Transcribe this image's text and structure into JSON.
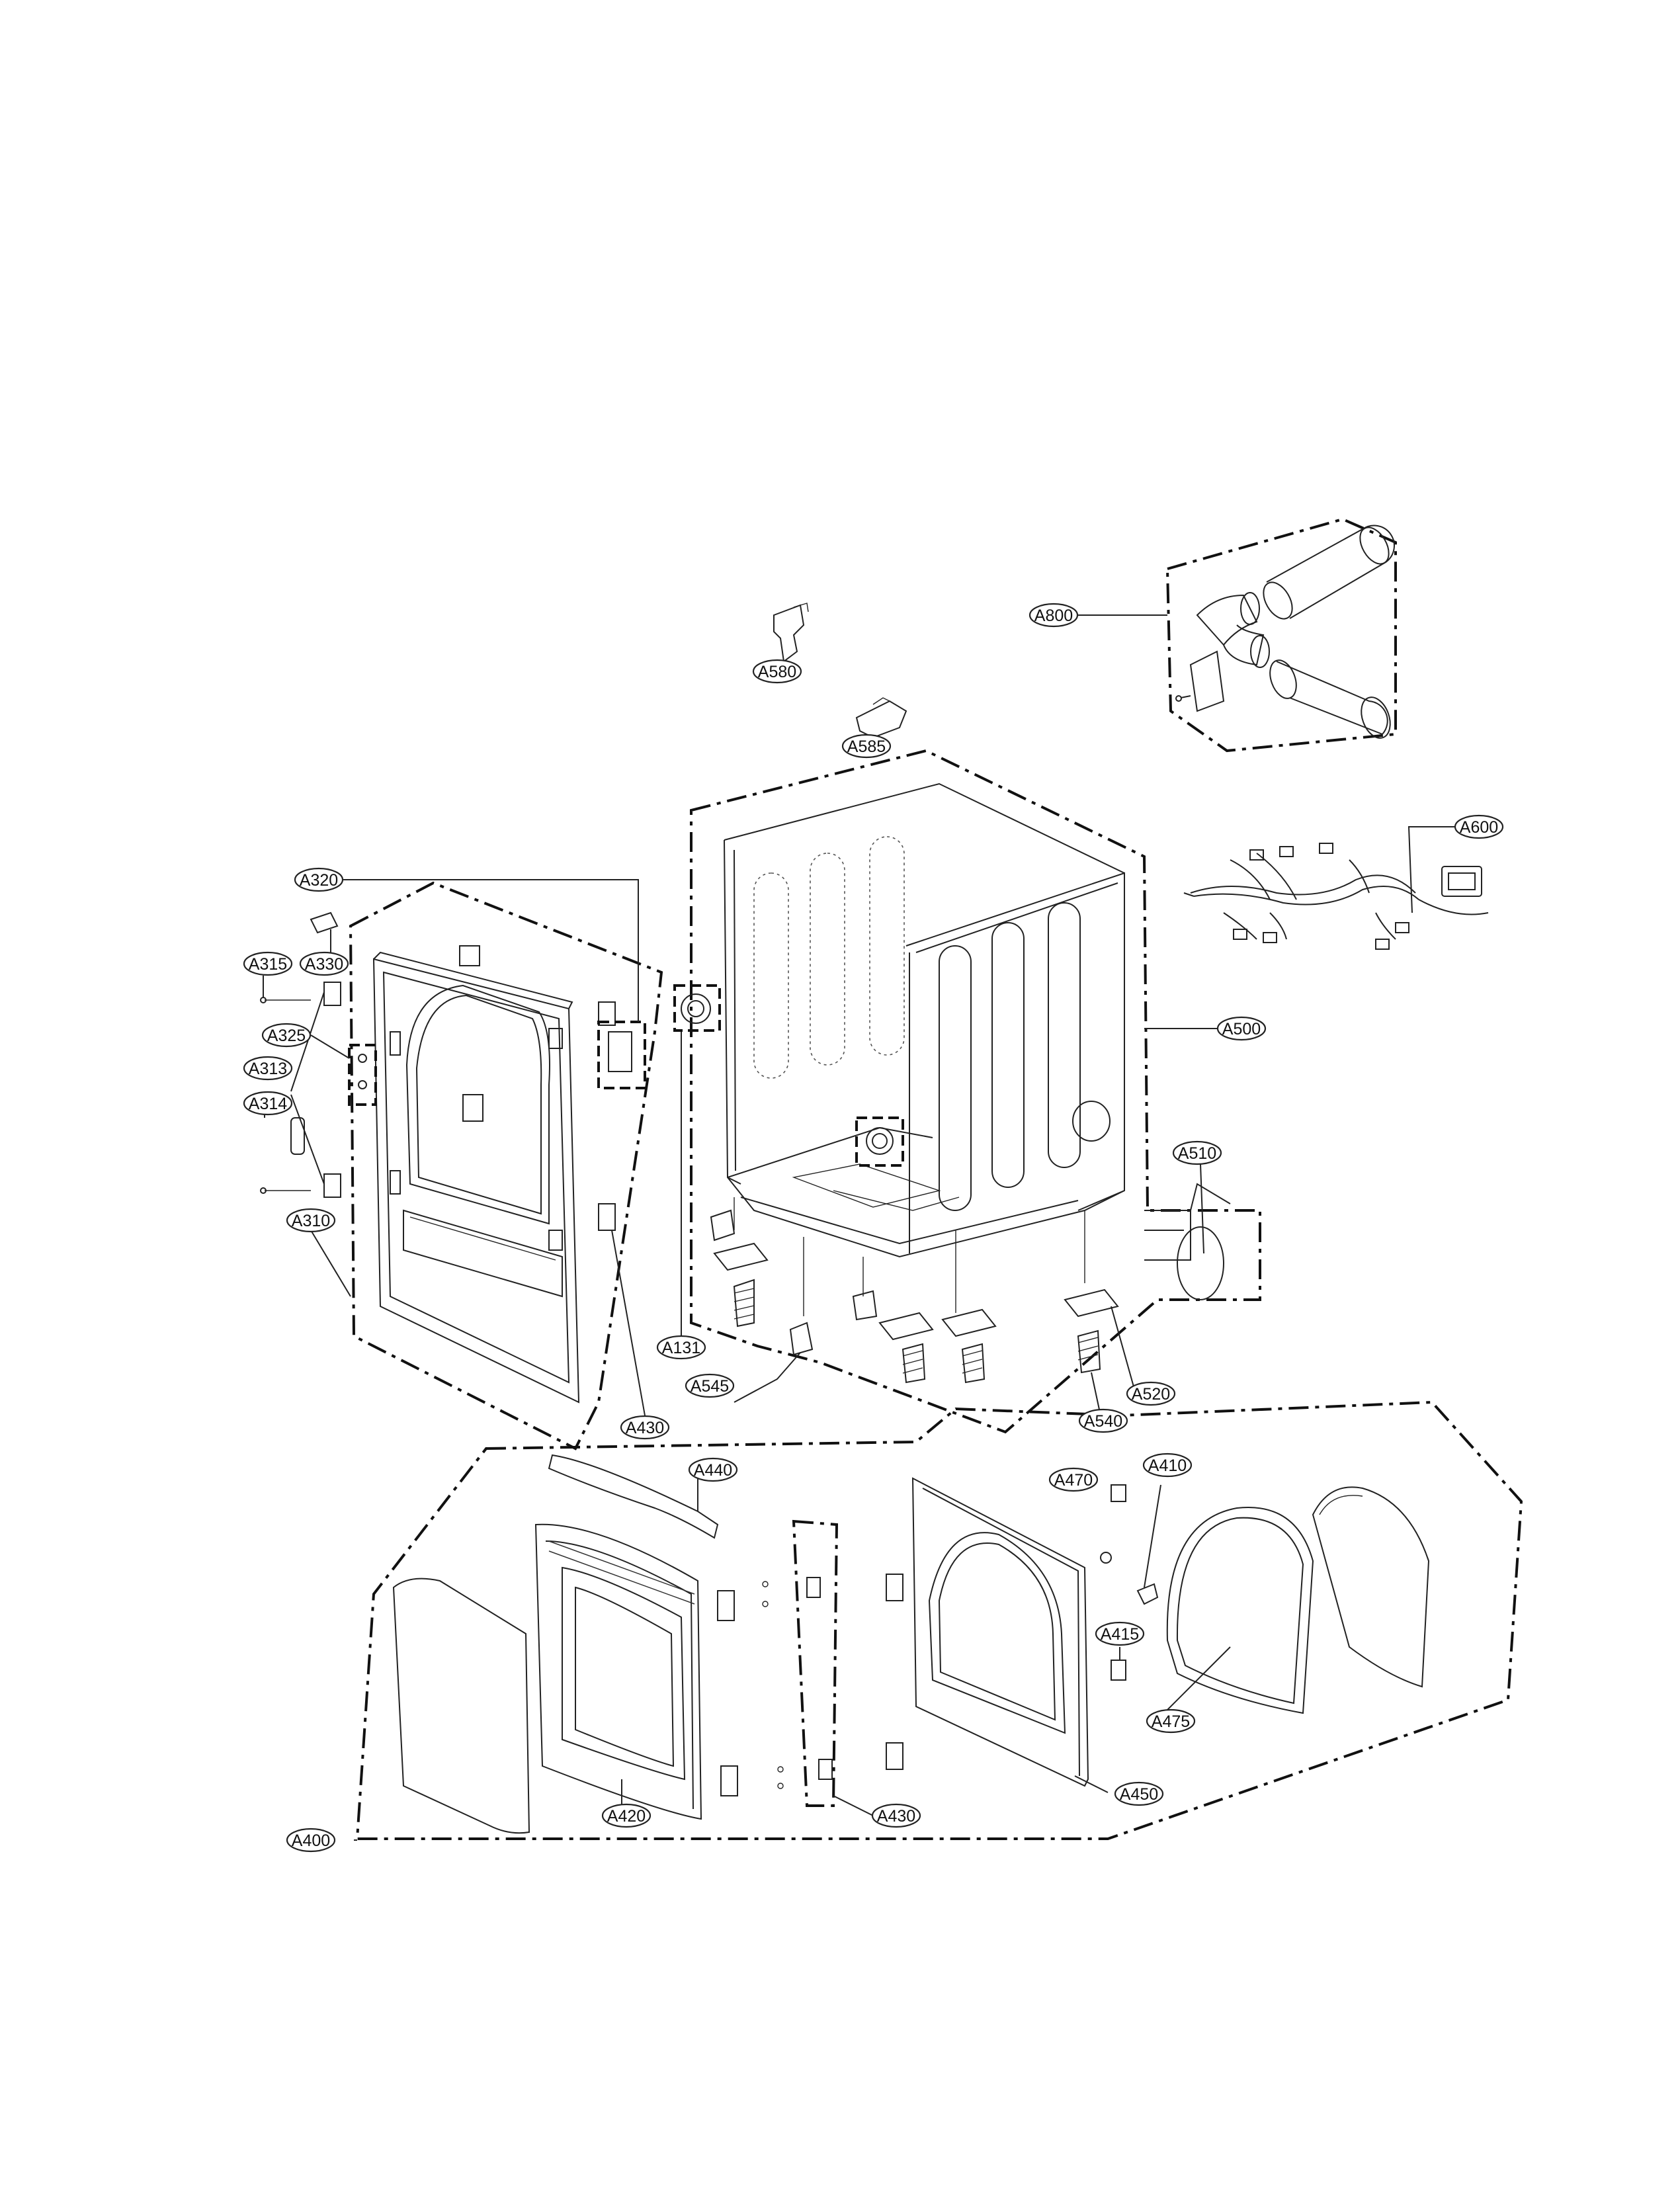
{
  "labels": {
    "A800": "A800",
    "A580": "A580",
    "A585": "A585",
    "A600": "A600",
    "A320": "A320",
    "A330": "A330",
    "A315": "A315",
    "A325": "A325",
    "A313": "A313",
    "A314": "A314",
    "A310": "A310",
    "A500": "A500",
    "A510": "A510",
    "A131": "A131",
    "A545": "A545",
    "A520": "A520",
    "A540": "A540",
    "A430_top": "A430",
    "A440": "A440",
    "A470": "A470",
    "A410": "A410",
    "A415": "A415",
    "A475": "A475",
    "A420": "A420",
    "A430_bottom": "A430",
    "A450": "A450",
    "A400": "A400"
  }
}
